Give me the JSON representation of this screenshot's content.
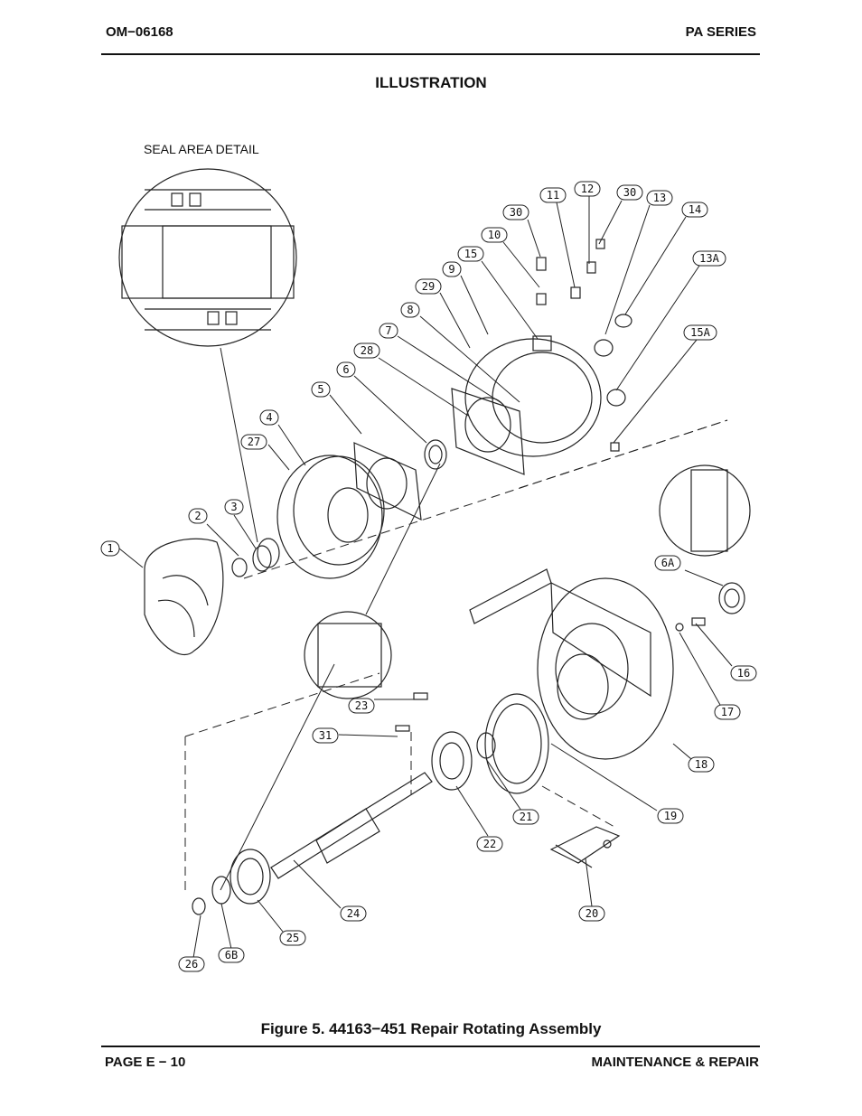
{
  "header": {
    "doc_id": "OM−06168",
    "series": "PA SERIES"
  },
  "section_title": "ILLUSTRATION",
  "detail_label": "SEAL AREA DETAIL",
  "callouts": [
    "1",
    "2",
    "3",
    "4",
    "27",
    "5",
    "6",
    "28",
    "7",
    "8",
    "29",
    "9",
    "15",
    "10",
    "30",
    "11",
    "12",
    "30",
    "13",
    "14",
    "13A",
    "15A",
    "6A",
    "16",
    "17",
    "18",
    "19",
    "20",
    "21",
    "22",
    "23",
    "31",
    "24",
    "25",
    "6B",
    "26"
  ],
  "caption": "Figure 5. 44163−451 Repair Rotating Assembly",
  "footer": {
    "page": "PAGE E − 10",
    "section": "MAINTENANCE & REPAIR"
  }
}
